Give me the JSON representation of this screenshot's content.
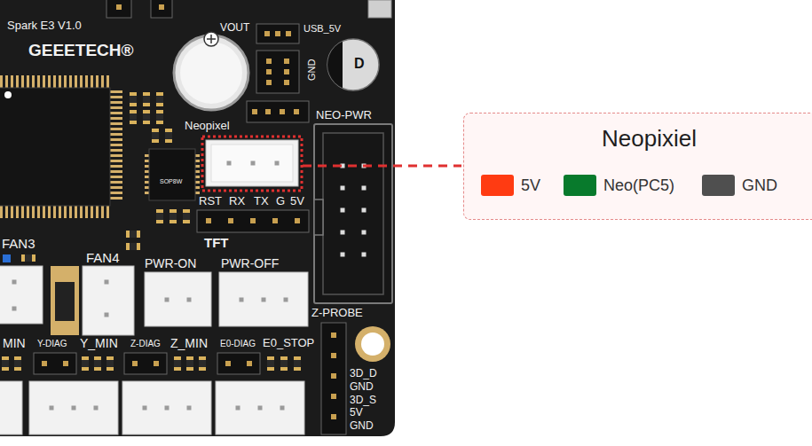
{
  "diagram": {
    "nodes": [
      {
        "text": [
          "Neopixiel"
        ]
      }
    ],
    "labels": [
      "Spark E3 V1.0",
      "GEEETECH®",
      "VOUT",
      "USB_5V",
      "GND",
      "D",
      "Neopixel",
      "SOP8W",
      "NEO-PWR",
      "RST",
      "RX",
      "TX",
      "G",
      "5V",
      "TFT",
      "FAN3",
      "FAN4",
      "PWR-ON",
      "PWR-OFF",
      "Z-PROBE",
      "MIN",
      "Y-DIAG",
      "Y_MIN",
      "Z-DIAG",
      "Z_MIN",
      "E0-DIAG",
      "E0_STOP",
      "3D_D",
      "GND",
      "3D_S",
      "5V",
      "GND"
    ],
    "legend": [
      {
        "text": "5V",
        "color": "#ff3b12"
      },
      {
        "text": "Neo(PC5)",
        "color": "#087a2c"
      },
      {
        "text": "GND",
        "color": "#4f4f4f"
      }
    ]
  }
}
